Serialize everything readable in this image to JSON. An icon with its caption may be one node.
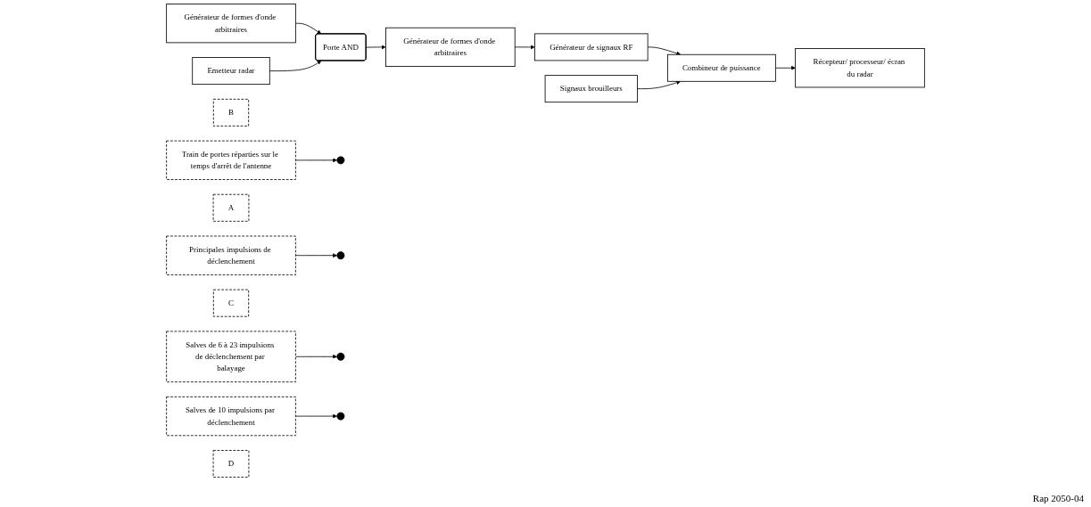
{
  "diagram": {
    "nodes": [
      {
        "text": [
          "Générateur de formes d'onde arbitraires"
        ]
      },
      {
        "text": [
          "Train de portes réparties sur le temps d'arrêt de l'antenne"
        ]
      },
      {
        "text": [
          "B"
        ]
      },
      {
        "text": [
          "Emetteur radar"
        ]
      },
      {
        "text": [
          "A"
        ]
      },
      {
        "text": [
          "Principales impulsions de déclenchement"
        ]
      },
      {
        "text": [
          "Porte AND"
        ]
      },
      {
        "text": [
          "C"
        ]
      },
      {
        "text": [
          "Salves de 6 à 23 impulsions de déclenchement par balayage"
        ]
      },
      {
        "text": [
          "Générateur de formes d'onde arbitraires"
        ]
      },
      {
        "text": [
          "Salves de 10 impulsions par déclenchement"
        ]
      },
      {
        "text": [
          "D"
        ]
      },
      {
        "text": [
          "Générateur de signaux RF"
        ]
      },
      {
        "text": [
          "Combineur de puissance"
        ]
      },
      {
        "text": [
          "Signaux brouilleurs"
        ]
      },
      {
        "text": [
          "Récepteur/ processeur/ écran du radar"
        ]
      }
    ],
    "edges": [
      {
        "from": 0,
        "to": 6,
        "arrow": "to"
      },
      {
        "from": 3,
        "to": 6,
        "arrow": "to"
      },
      {
        "from": 6,
        "to": 9,
        "arrow": "to"
      },
      {
        "from": 9,
        "to": 12,
        "arrow": "to"
      },
      {
        "from": 12,
        "to": 13,
        "arrow": "to"
      },
      {
        "from": 14,
        "to": 13,
        "arrow": "to"
      },
      {
        "from": 13,
        "to": 15,
        "arrow": "to"
      },
      {
        "from": 1,
        "to": null,
        "arrow": "to"
      },
      {
        "from": 5,
        "to": null,
        "arrow": "to"
      },
      {
        "from": 8,
        "to": null,
        "arrow": "to"
      },
      {
        "from": 10,
        "to": null,
        "arrow": "to"
      }
    ],
    "labels": [
      "Rap 2050-04"
    ]
  }
}
